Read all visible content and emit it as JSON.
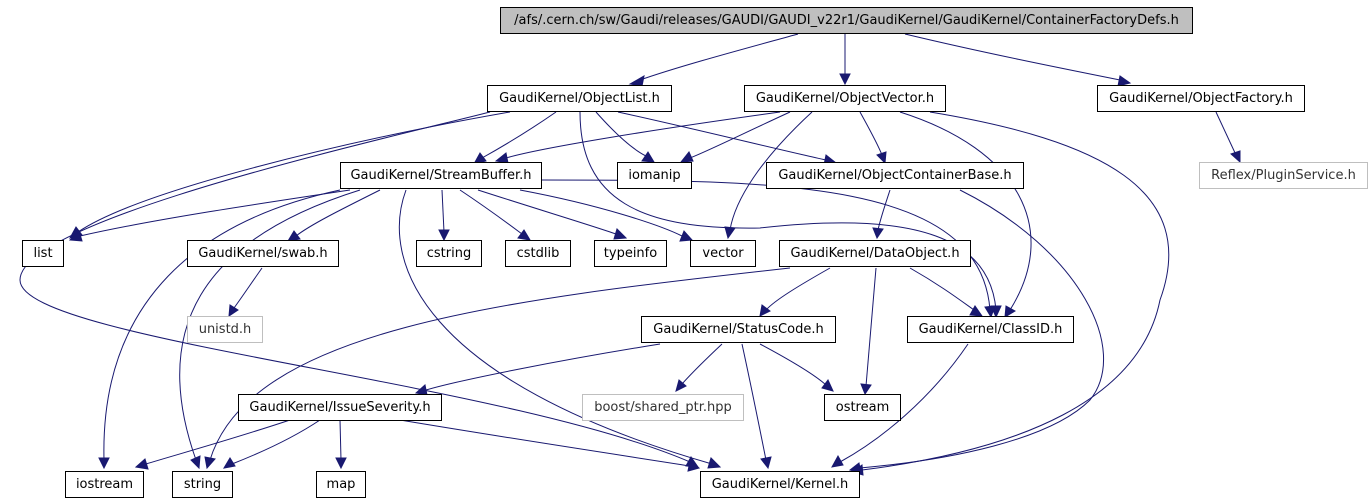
{
  "colors": {
    "edge": "#191970",
    "root_fill": "#bfbfbf",
    "external_border": "#bfbfbf"
  },
  "nodes": {
    "root": "/afs/.cern.ch/sw/Gaudi/releases/GAUDI/GAUDI_v22r1/GaudiKernel/GaudiKernel/ContainerFactoryDefs.h",
    "objectlist": "GaudiKernel/ObjectList.h",
    "objectvector": "GaudiKernel/ObjectVector.h",
    "objectfactory": "GaudiKernel/ObjectFactory.h",
    "pluginservice": "Reflex/PluginService.h",
    "streambuffer": "GaudiKernel/StreamBuffer.h",
    "iomanip": "iomanip",
    "objectcontainerbase": "GaudiKernel/ObjectContainerBase.h",
    "list": "list",
    "swab": "GaudiKernel/swab.h",
    "cstring": "cstring",
    "cstdlib": "cstdlib",
    "typeinfo": "typeinfo",
    "vector": "vector",
    "dataobject": "GaudiKernel/DataObject.h",
    "unistd": "unistd.h",
    "statuscode": "GaudiKernel/StatusCode.h",
    "classid": "GaudiKernel/ClassID.h",
    "shared_ptr": "boost/shared_ptr.hpp",
    "ostream": "ostream",
    "issueseverity": "GaudiKernel/IssueSeverity.h",
    "iostream": "iostream",
    "string": "string",
    "map": "map",
    "kernel": "GaudiKernel/Kernel.h"
  }
}
